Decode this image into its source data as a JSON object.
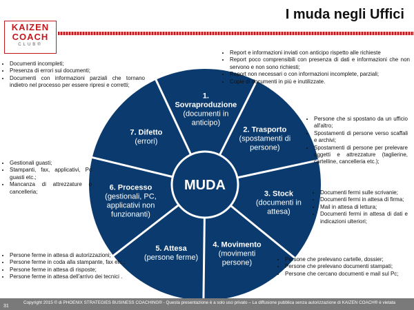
{
  "title": "I muda negli Uffici",
  "logo": {
    "line1": "KAIZEN",
    "line2": "COACH",
    "line3": "CLUB®"
  },
  "center": "MUDA",
  "segments": [
    {
      "num": "1.",
      "title": "Sovraproduzione",
      "sub": [
        "(documenti in",
        "anticipo)"
      ]
    },
    {
      "num": "",
      "title": "2. Trasporto",
      "sub": [
        "(spostamenti di",
        "persone)"
      ]
    },
    {
      "num": "",
      "title": "3. Stock",
      "sub": [
        "(documenti in",
        "attesa)"
      ]
    },
    {
      "num": "",
      "title": "4. Movimento",
      "sub": [
        "(movimenti",
        "persone)"
      ]
    },
    {
      "num": "",
      "title": "5. Attesa",
      "sub": [
        "(persone ferme)"
      ]
    },
    {
      "num": "",
      "title": "6. Processo",
      "sub": [
        "(gestionali, PC,",
        "applicativi non",
        "funzionanti)"
      ]
    },
    {
      "num": "",
      "title": "7. Difetto",
      "sub": [
        "(errori)"
      ]
    }
  ],
  "notes": {
    "sovraproduzione": [
      "Report e informazioni inviati con anticipo rispetto alle richieste",
      "Report poco comprensibili con presenza di dati e informazioni che non servono e non sono richiesti;",
      "Report non necessari o con informazioni incomplete, parziali;",
      "Copie di documenti in più e inutilizzate."
    ],
    "trasporto": [
      "Persone che si spostano da un ufficio all'altro;",
      "Spostamenti di persone verso scaffali e archivi;",
      "Spostamenti di persone per prelevare oggetti e attrezzature (taglierine, cartelline, cancelleria etc.);"
    ],
    "stock": [
      "Documenti fermi sulle scrivanie;",
      "Documenti fermi in attesa di firma;",
      "Mail in attesa di lettura;",
      "Documenti fermi in attesa di dati e indicazioni ulteriori;"
    ],
    "movimento": [
      "Persone che prelevano cartelle, dossier;",
      "Persone che prelevano documenti stampati;",
      "Persone che cercano documenti e mail sul Pc;"
    ],
    "attesa": [
      "Persone ferme in attesa di autorizzazioni;",
      "Persone ferme in coda alla stampante, fax etc.;",
      "Persone ferme in attesa di risposte;",
      "Persone ferme in attesa dell'arrivo dei tecnici ."
    ],
    "processo": [
      "Gestionali guasti;",
      "Stampanti, fax, applicativi, Pc guasti etc.;",
      "Mancanza di attrezzature o cancelleria;"
    ],
    "difetto": [
      "Documenti incompleti;",
      "Presenza di errori sui documenti;",
      "Documenti con informazioni parziali che tornano indietro nel processo per essere ripresi e corretti;"
    ]
  },
  "footer": {
    "page": "31",
    "copyright": "Copyright 2015 © di PHOENIX STRATEGIES BUSINESS COACHING® - Questa presentazione è a solo uso privato – La diffusione pubblica senza autorizzazione di KAIZEN COACH® è vietata"
  },
  "colors": {
    "wheel": "#0b3b6e",
    "accent": "#c4161c",
    "footer": "#7a7a7a"
  }
}
